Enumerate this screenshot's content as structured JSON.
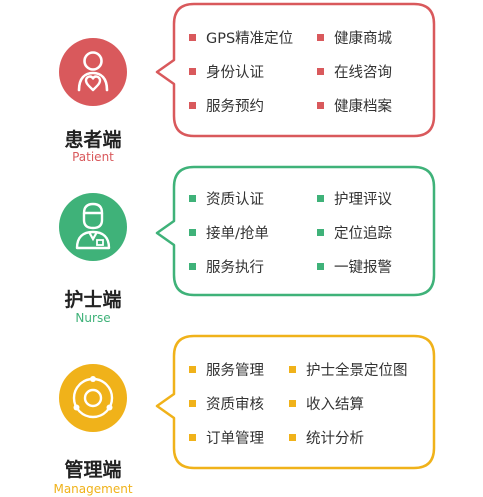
{
  "roles": {
    "patient": {
      "title": "患者端",
      "subtitle": "Patient",
      "icon": "patient-heart-icon",
      "color": "#d9595c",
      "features": [
        "GPS精准定位",
        "健康商城",
        "身份认证",
        "在线咨询",
        "服务预约",
        "健康档案"
      ]
    },
    "nurse": {
      "title": "护士端",
      "subtitle": "Nurse",
      "icon": "nurse-icon",
      "color": "#3fb279",
      "features": [
        "资质认证",
        "护理评议",
        "接单/抢单",
        "定位追踪",
        "服务执行",
        "一键报警"
      ]
    },
    "manage": {
      "title": "管理端",
      "subtitle": "Management",
      "icon": "management-orbit-icon",
      "color": "#f0b21a",
      "features": [
        "服务管理",
        "护士全景定位图",
        "资质审核",
        "收入结算",
        "订单管理",
        "统计分析"
      ]
    }
  }
}
